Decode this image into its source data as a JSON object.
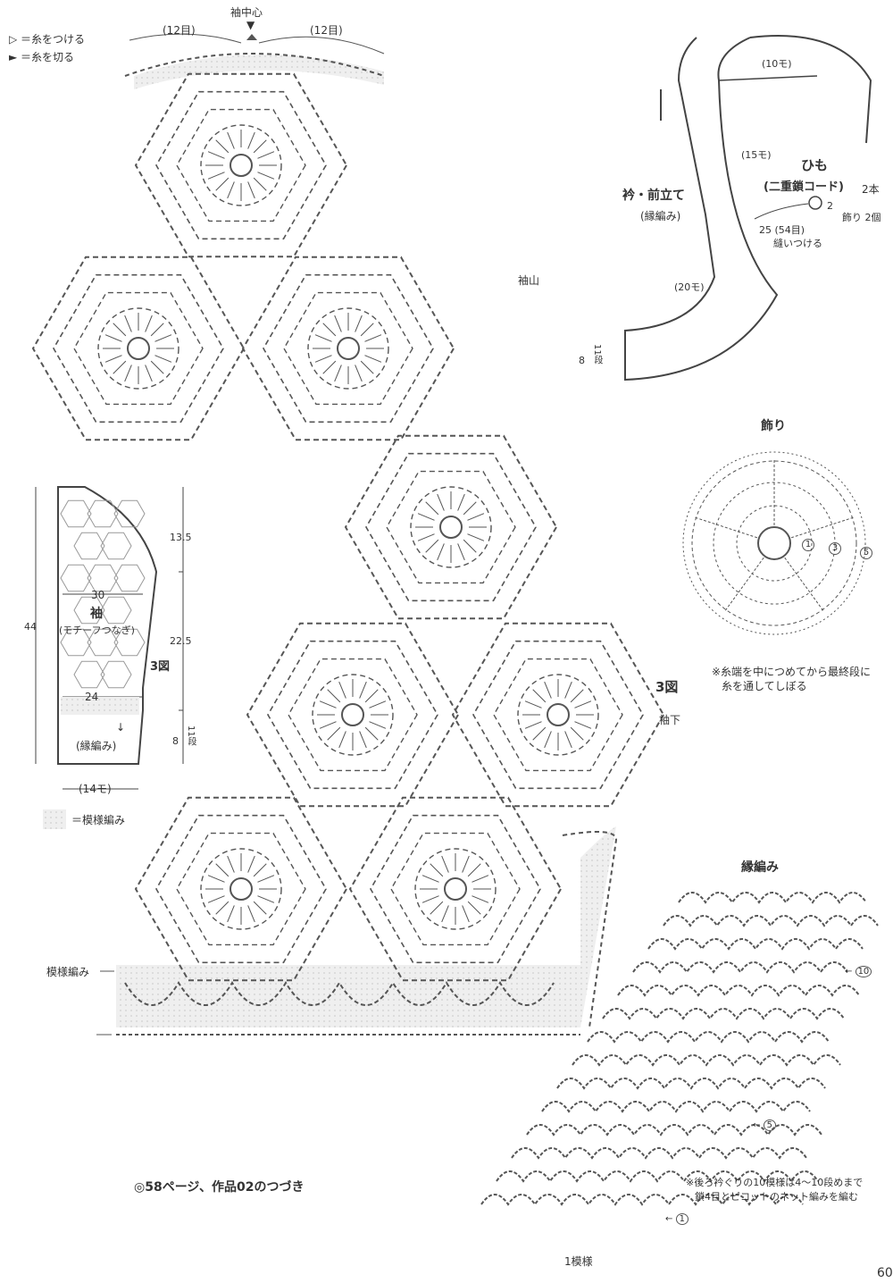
{
  "legend": {
    "attach": "＝糸をつける",
    "cut": "＝糸を切る",
    "pattern": "＝模様編み"
  },
  "sleeve_chart": {
    "center": "袖中心",
    "left_count": "(12目)",
    "right_count": "(12目)",
    "cap": "袖山",
    "fig": "3図",
    "underarm": "袖下",
    "pattern_label": "模様編み"
  },
  "sleeve_schematic": {
    "title": "袖",
    "subtitle": "(モチーフつなぎ)",
    "fig_ref": "3図",
    "border": "(縁編み)",
    "bottom": "(14モ)",
    "dim_total": "44",
    "dim_cap": "13.5",
    "dim_body": "22.5",
    "dim_border": "8",
    "dim_border_rows": "11段",
    "width_top": "30",
    "width_bottom": "24"
  },
  "collar": {
    "title": "衿・前立て",
    "subtitle": "(縁編み)",
    "top": "(10モ)",
    "mid": "(15モ)",
    "low": "(20モ)",
    "rows": "11段",
    "rows_cm": "8",
    "tie_title": "ひも",
    "tie_desc": "(二重鎖コード)",
    "tie_count": "2本",
    "tie_n": "2",
    "deco": "飾り 2個",
    "sew": "25 (54目)",
    "sew2": "縫いつける"
  },
  "decoration": {
    "title": "飾り",
    "rounds": [
      "1",
      "3",
      "5"
    ],
    "note1": "※糸端を中につめてから最終段に",
    "note2": "糸を通してしぼる"
  },
  "border": {
    "title": "縁編み",
    "rows": [
      "10",
      "5",
      "1"
    ],
    "repeat": "1模様",
    "note1": "※後ろ衿ぐりの10模様は4〜10段めまで",
    "note2": "鎖4目とピコットのネット編みを編む"
  },
  "footer": {
    "continuation": "◎58ページ、作品02のつづき",
    "page": "60"
  },
  "colors": {
    "line": "#555555",
    "shade": "#e6e6e6"
  }
}
